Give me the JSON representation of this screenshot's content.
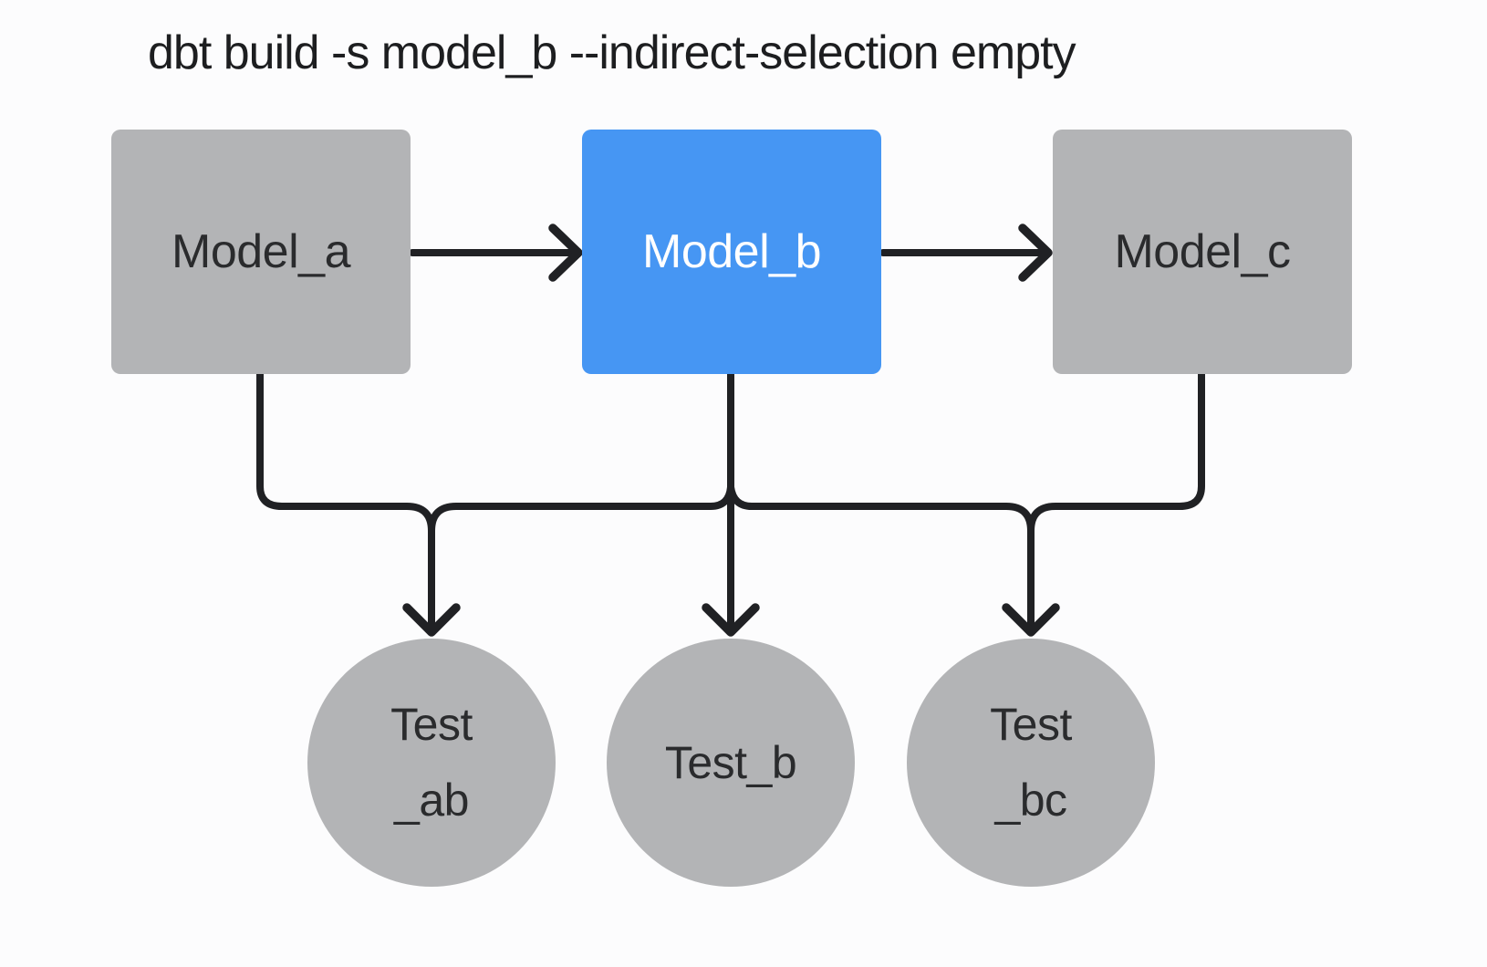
{
  "diagram": {
    "command": "dbt build -s model_b --indirect-selection empty",
    "models": [
      {
        "id": "model_a",
        "label": "Model_a",
        "selected": false
      },
      {
        "id": "model_b",
        "label": "Model_b",
        "selected": true
      },
      {
        "id": "model_c",
        "label": "Model_c",
        "selected": false
      }
    ],
    "tests": [
      {
        "id": "test_ab",
        "lines": [
          "Test",
          "_ab"
        ]
      },
      {
        "id": "test_b",
        "lines": [
          "Test_b"
        ]
      },
      {
        "id": "test_bc",
        "lines": [
          "Test",
          "_bc"
        ]
      }
    ],
    "edges": [
      "model_a -> model_b",
      "model_b -> model_c",
      "model_a -> test_ab",
      "model_b -> test_ab",
      "model_b -> test_b",
      "model_b -> test_bc",
      "model_c -> test_bc"
    ],
    "colors": {
      "background": "#fcfcfd",
      "node_gray": "#b3b4b6",
      "node_selected_blue": "#4696f3",
      "edge_stroke": "#202124",
      "text_dark": "#2a2b2d",
      "text_light": "#ffffff",
      "title_text": "#1d1e20"
    }
  }
}
